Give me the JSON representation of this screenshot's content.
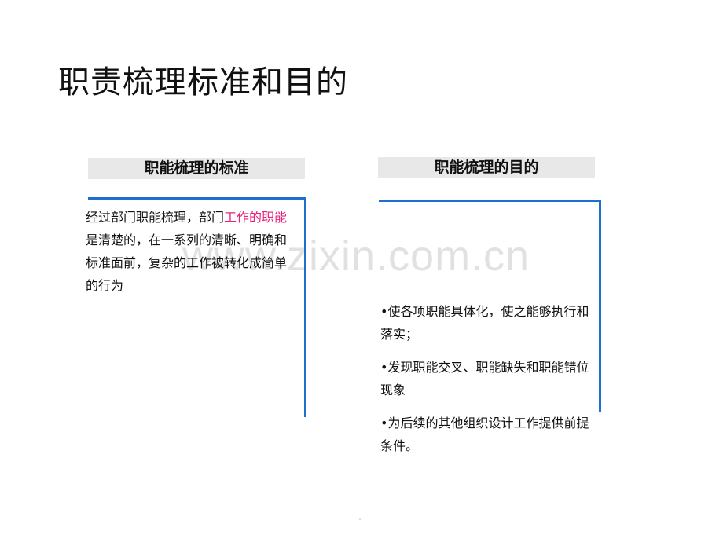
{
  "slide": {
    "title": "职责梳理标准和目的",
    "watermark": "www.zixin.com.cn",
    "colors": {
      "box_border": "#1f6fd0",
      "header_bg": "#e8e8e8",
      "highlight": "#e8217a",
      "text": "#111111"
    }
  },
  "left_section": {
    "header": "职能梳理的标准",
    "text_part1": "经过部门职能梳理，部门",
    "text_highlight": "工作的职能",
    "text_part2": "是清楚的，在一系列的清晰、明确和标准面前，复杂的工作被转化成简单的行为"
  },
  "right_section": {
    "header": "职能梳理的目的",
    "bullets": [
      "•使各项职能具体化，使之能够执行和落实；",
      "•发现职能交叉、职能缺失和职能错位现象",
      "•为后续的其他组织设计工作提供前提条件。"
    ]
  }
}
